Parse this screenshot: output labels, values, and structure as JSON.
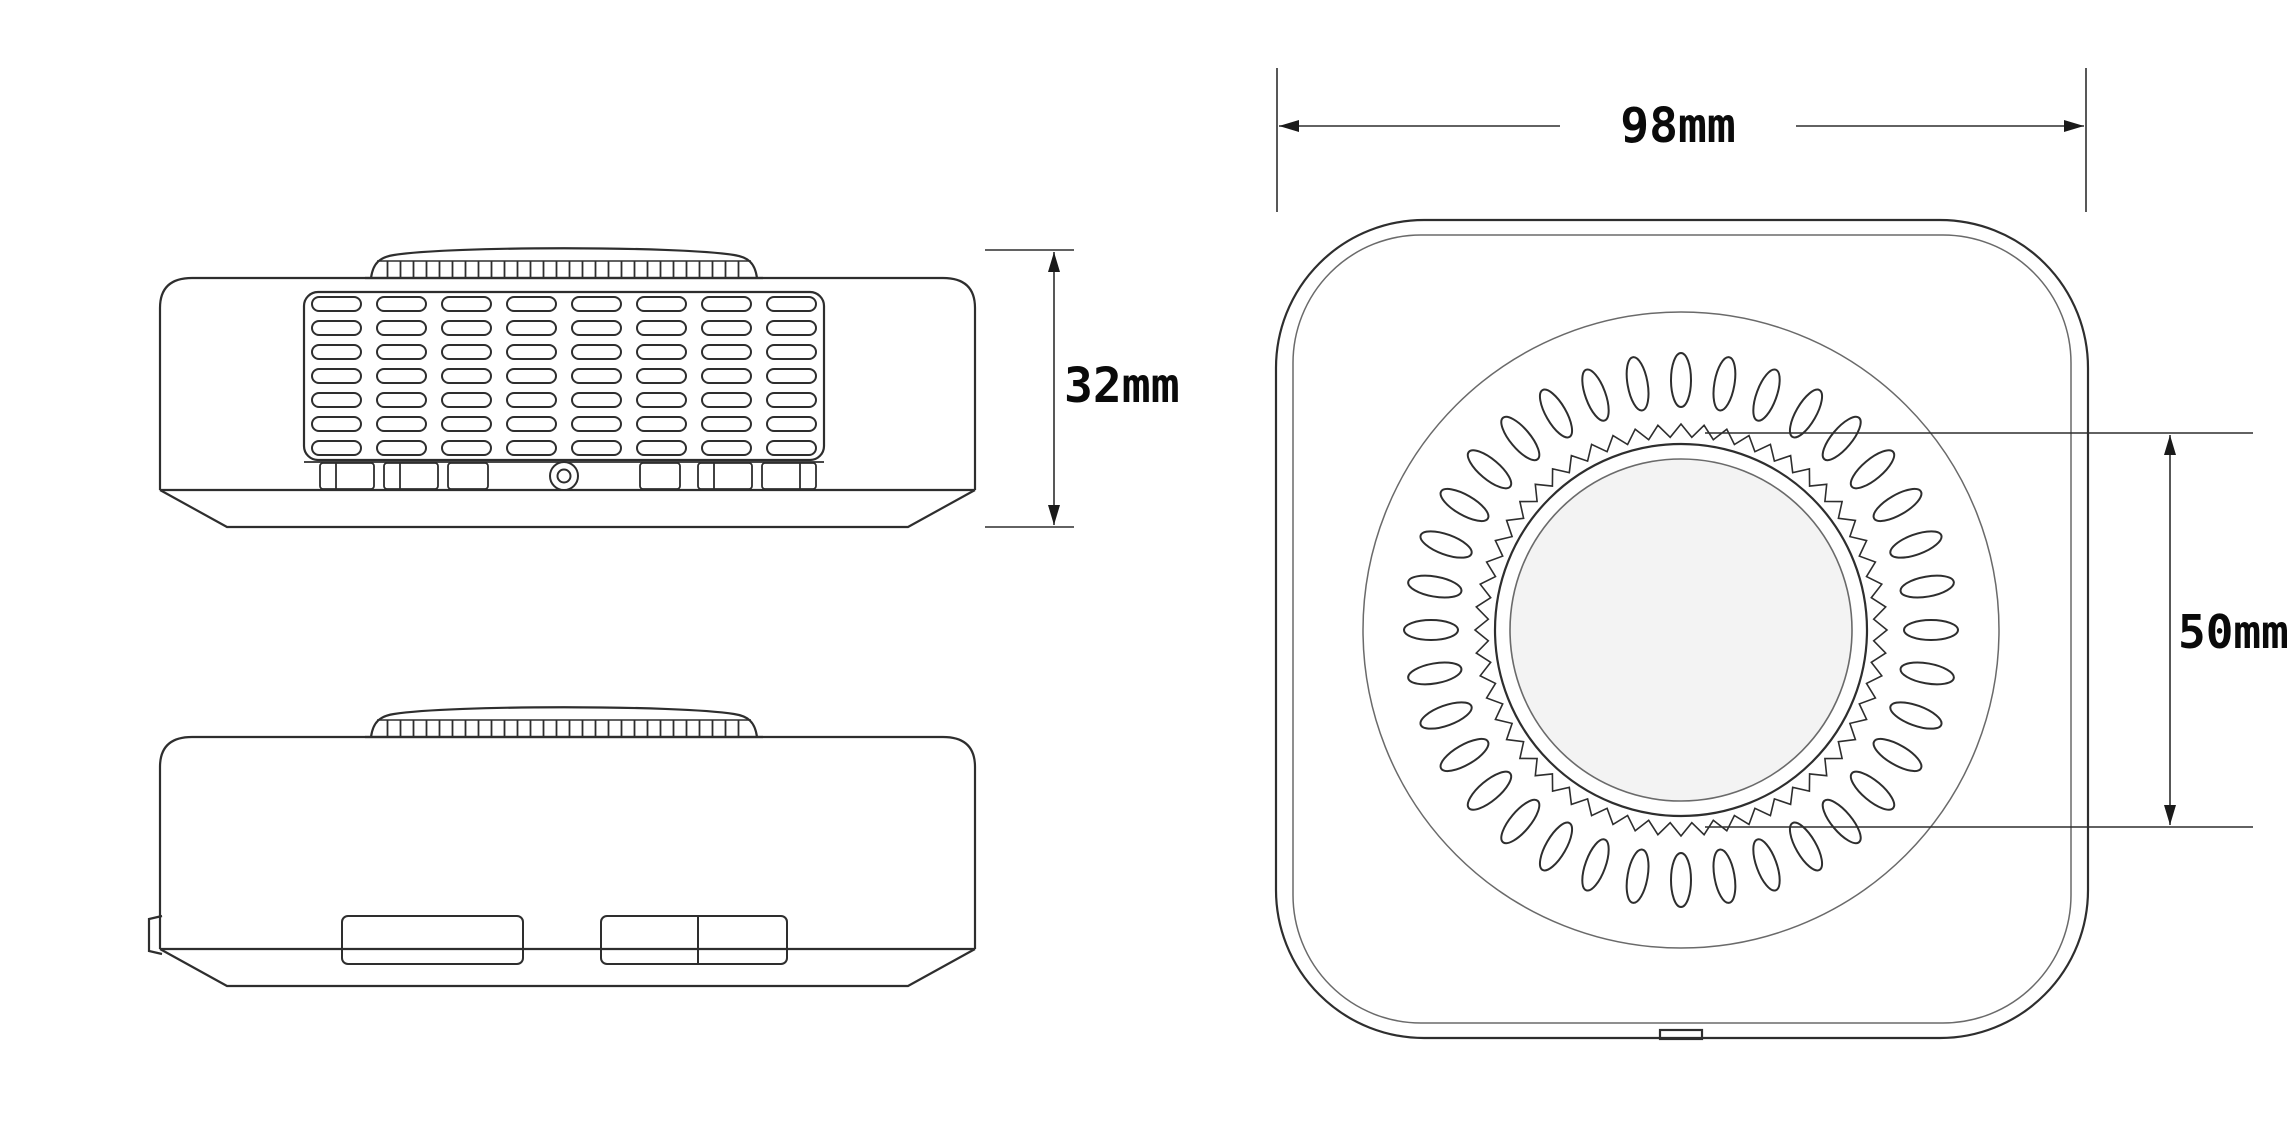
{
  "dimensions": {
    "width_label": "98mm",
    "height_label": "32mm",
    "inner_diameter_label": "50mm"
  },
  "colors": {
    "line": "#2e2e2e",
    "line_light": "#6a6a6a",
    "lens_fill": "#f3f3f3",
    "background": "#ffffff"
  }
}
